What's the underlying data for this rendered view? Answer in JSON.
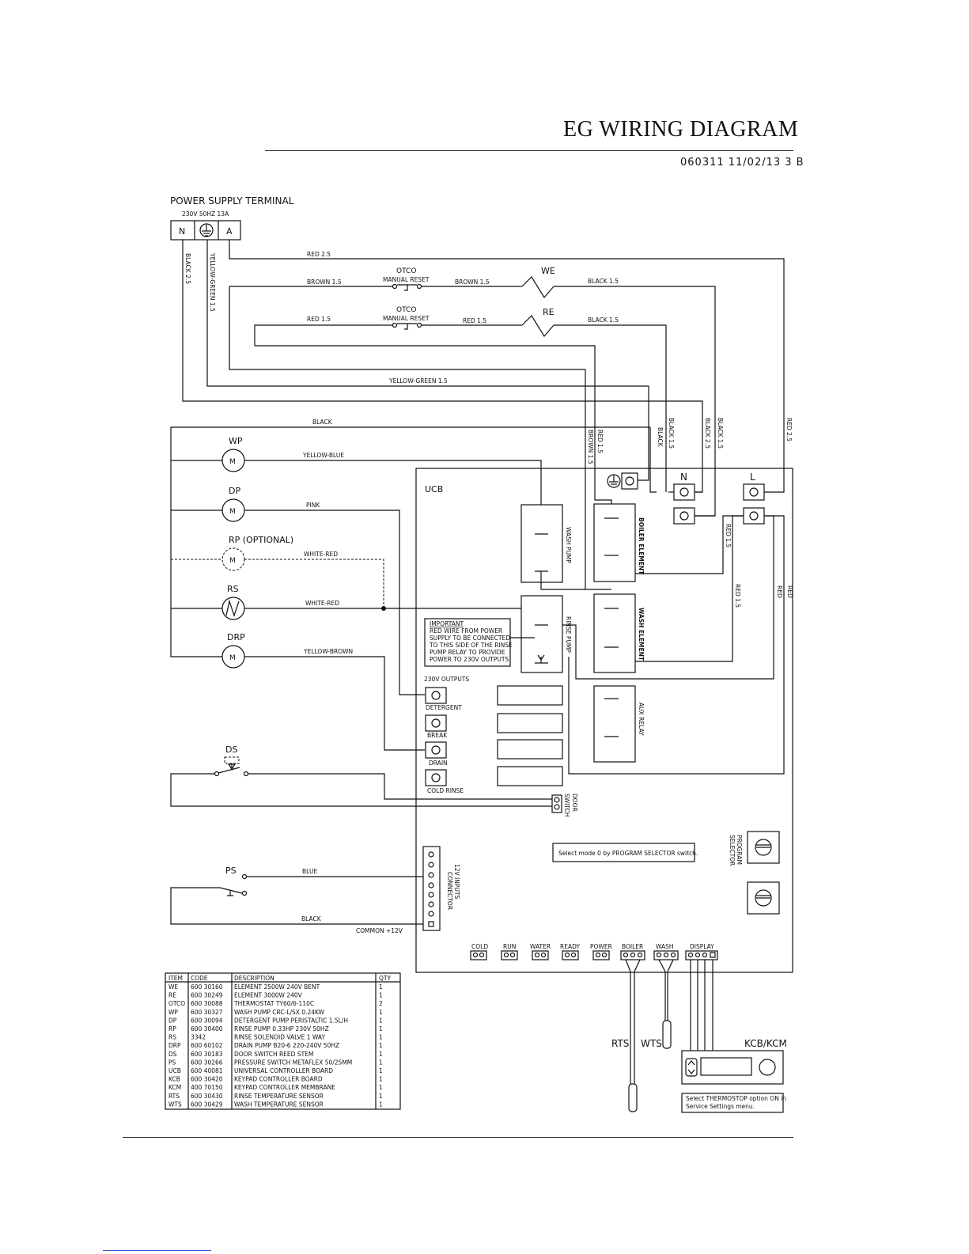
{
  "header": {
    "title": "EG WIRING DIAGRAM",
    "doc_ref": "060311   11/02/13 3 B"
  },
  "supply": {
    "title": "POWER SUPPLY TERMINAL",
    "rating": "230V 50HZ 13A",
    "n": "N",
    "a": "A"
  },
  "wires": {
    "red25": "RED 2.5",
    "brown15": "BROWN 1.5",
    "black15": "BLACK 1.5",
    "red15": "RED 1.5",
    "yg15": "YELLOW-GREEN 1.5",
    "black25": "BLACK 2.5",
    "black": "BLACK",
    "yellow_blue": "YELLOW-BLUE",
    "pink": "PINK",
    "white_red": "WHITE-RED",
    "yellow_brown": "YELLOW-BROWN",
    "blue": "BLUE",
    "red": "RED",
    "common": "COMMON +12V"
  },
  "components": {
    "otco": "OTCO",
    "manual_reset": "MANUAL RESET",
    "we": "WE",
    "re": "RE",
    "wp": "WP",
    "dp": "DP",
    "rp": "RP (OPTIONAL)",
    "rs": "RS",
    "drp": "DRP",
    "ds": "DS",
    "ps": "PS",
    "motor": "M",
    "rts": "RTS",
    "wts": "WTS",
    "kcb": "KCB/KCM"
  },
  "ucb": {
    "title": "UCB",
    "n": "N",
    "l": "L",
    "wash_pump": "WASH PUMP",
    "rinse_pump": "RINSE PUMP",
    "boiler_element": "BOILER ELEMENT",
    "wash_element": "WASH ELEMENT",
    "aux_relay": "AUX RELAY",
    "outputs_title": "230V OUTPUTS",
    "out_detergent": "DETERGENT",
    "out_break": "BREAK",
    "out_drain": "DRAIN",
    "out_cold_rinse": "COLD RINSE",
    "door_switch": [
      "DOOR",
      "SWITCH"
    ],
    "inputs_connector": [
      "12V INPUTS",
      "CONNECTOR"
    ],
    "program_selector": [
      "PROGRAM",
      "SELECTOR"
    ],
    "program_note": "Select mode 0 by PROGRAM SELECTOR switch.",
    "important_title": "IMPORTANT",
    "important_lines": [
      "RED WIRE FROM POWER",
      "SUPPLY TO BE CONNECTED",
      "TO THIS SIDE OF THE RINSE",
      "PUMP RELAY TO PROVIDE",
      "POWER TO 230V OUTPUTS"
    ],
    "bottom_connectors": [
      "COLD",
      "RUN",
      "WATER",
      "READY",
      "POWER",
      "BOILER",
      "WASH",
      "DISPLAY"
    ]
  },
  "kcb_note": [
    "Select THERMOSTOP option ON in",
    "Service Settings menu."
  ],
  "bom": {
    "headers": [
      "ITEM",
      "CODE",
      "DESCRIPTION",
      "QTY"
    ],
    "rows": [
      [
        "WE",
        "600 30160",
        "ELEMENT 2500W 240V BENT",
        "1"
      ],
      [
        "RE",
        "600 30249",
        "ELEMENT 3000W 240V",
        "1"
      ],
      [
        "OTCO",
        "600 30088",
        "THERMOSTAT TY60/6-110C",
        "2"
      ],
      [
        "WP",
        "600 30327",
        "WASH PUMP CRC-L/SX 0.24KW",
        "1"
      ],
      [
        "DP",
        "600 30094",
        "DETERGENT PUMP PERISTALTIC 1.5L/H",
        "1"
      ],
      [
        "RP",
        "600 30400",
        "RINSE PUMP 0.33HP 230V 50HZ",
        "1"
      ],
      [
        "RS",
        "3342",
        "RINSE SOLENOID VALVE 1 WAY",
        "1"
      ],
      [
        "DRP",
        "600 60102",
        "DRAIN PUMP B20-6 220-240V 50HZ",
        "1"
      ],
      [
        "DS",
        "600 30183",
        "DOOR SWITCH REED STEM",
        "1"
      ],
      [
        "PS",
        "600 30266",
        "PRESSURE SWITCH METAFLEX 50/25MM",
        "1"
      ],
      [
        "UCB",
        "600 40081",
        "UNIVERSAL CONTROLLER BOARD",
        "1"
      ],
      [
        "KCB",
        "600 30420",
        "KEYPAD CONTROLLER BOARD",
        "1"
      ],
      [
        "KCM",
        "400 70150",
        "KEYPAD CONTROLLER MEMBRANE",
        "1"
      ],
      [
        "RTS",
        "600 30430",
        "RINSE TEMPERATURE SENSOR",
        "1"
      ],
      [
        "WTS",
        "600 30429",
        "WASH TEMPERATURE SENSOR",
        "1"
      ]
    ]
  }
}
